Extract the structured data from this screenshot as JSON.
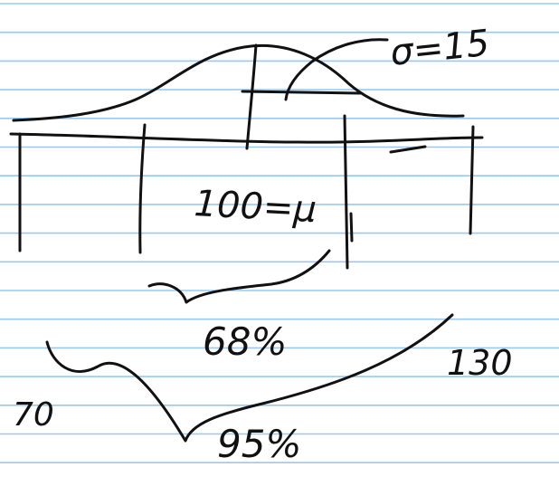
{
  "paper": {
    "background_color": "#ffffff",
    "rule_color": "#9ac8ee"
  },
  "ink": {
    "color": "#111111"
  },
  "labels": {
    "sigma": "σ=15",
    "mean": "100=μ",
    "pct_68": "68%",
    "pct_95": "95%",
    "left_value": "70",
    "right_value": "130"
  }
}
